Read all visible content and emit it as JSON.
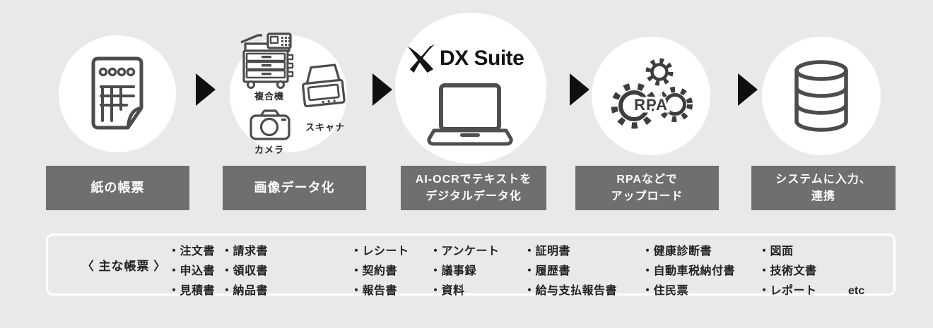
{
  "colors": {
    "background": "#e9e9e9",
    "bar": "#6f6f6f",
    "bar_text": "#ffffff",
    "icon_stroke": "#4c4c4c",
    "arrow": "#0f0f0f",
    "box_border": "#ffffff",
    "body_text": "#222222"
  },
  "stages": [
    {
      "id": "paper-forms",
      "label_lines": [
        "紙の帳票"
      ]
    },
    {
      "id": "image-capture",
      "label_lines": [
        "画像データ化"
      ],
      "devices": {
        "mfp": "複合機",
        "camera": "カメラ",
        "scanner": "スキャナ"
      }
    },
    {
      "id": "ai-ocr",
      "label_lines": [
        "AI-OCRでテキストを",
        "デジタルデータ化"
      ],
      "logo_text": "DX Suite"
    },
    {
      "id": "rpa-upload",
      "label_lines": [
        "RPAなどで",
        "アップロード"
      ],
      "gear_text": "RPA"
    },
    {
      "id": "system-integration",
      "label_lines": [
        "システムに入力、",
        "連携"
      ]
    }
  ],
  "forms_box": {
    "heading": "〈 主な帳票 〉",
    "columns": [
      {
        "items": [
          "・注文書",
          "・申込書",
          "・見積書"
        ]
      },
      {
        "items": [
          "・請求書",
          "・領収書",
          "・納品書"
        ]
      },
      {
        "items": [
          "・レシート",
          "・契約書",
          "・報告書"
        ]
      },
      {
        "items": [
          "・アンケート",
          "・議事録",
          "・資料"
        ]
      },
      {
        "items": [
          "・証明書",
          "・履歴書",
          "・給与支払報告書"
        ]
      },
      {
        "items": [
          "・健康診断書",
          "・自動車税納付書",
          "・住民票"
        ]
      },
      {
        "items": [
          "・図面",
          "・技術文書",
          "・レポート"
        ]
      }
    ],
    "etc_label": "etc"
  }
}
